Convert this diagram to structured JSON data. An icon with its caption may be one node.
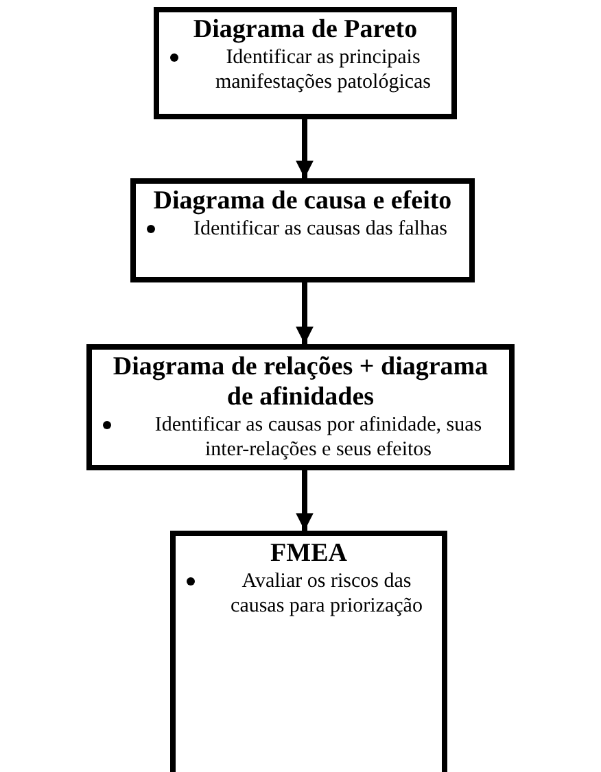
{
  "diagram": {
    "nodes": [
      {
        "text": [
          "Diagrama de Pareto",
          "Identificar as principais manifestações patológicas"
        ]
      },
      {
        "text": [
          "Diagrama de causa e efeito",
          "Identificar as causas das falhas"
        ]
      },
      {
        "text": [
          "Diagrama de relações + diagrama de afinidades",
          "Identificar as causas por afinidade, suas inter-relações e seus efeitos"
        ]
      },
      {
        "text": [
          "FMEA",
          "Avaliar os riscos das causas para priorização"
        ]
      }
    ],
    "edges": [
      {
        "from": 0,
        "to": 1,
        "arrow": "to"
      },
      {
        "from": 1,
        "to": 2,
        "arrow": "to"
      },
      {
        "from": 2,
        "to": 3,
        "arrow": "to"
      }
    ]
  }
}
